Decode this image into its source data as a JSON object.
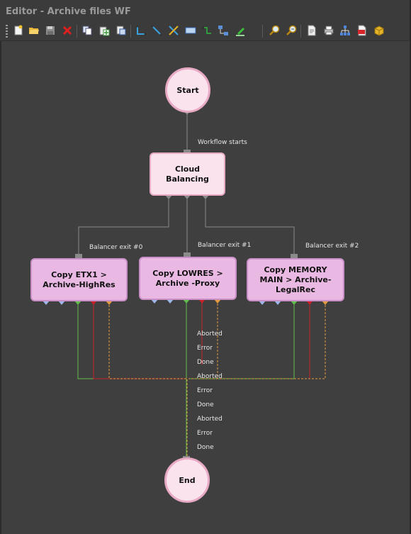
{
  "window": {
    "title": "Editor - Archive files WF"
  },
  "toolbar": {
    "buttons": [
      {
        "name": "new-workflow-button",
        "icon": "new-document-icon"
      },
      {
        "name": "open-button",
        "icon": "folder-open-icon"
      },
      {
        "name": "save-button",
        "icon": "floppy-disk-icon"
      },
      {
        "name": "delete-button",
        "icon": "red-x-icon"
      },
      {
        "name": "copy-button",
        "icon": "copy-icon"
      },
      {
        "name": "paste-button",
        "icon": "paste-icon"
      },
      {
        "name": "duplicate-button",
        "icon": "duplicate-icon"
      },
      {
        "name": "elbow-connector-button",
        "icon": "elbow-connector-icon"
      },
      {
        "name": "straight-connector-button",
        "icon": "straight-line-icon"
      },
      {
        "name": "remove-connector-button",
        "icon": "cross-lines-icon"
      },
      {
        "name": "add-box-button",
        "icon": "rectangle-icon"
      },
      {
        "name": "route-button",
        "icon": "route-icon"
      },
      {
        "name": "align-button",
        "icon": "align-nodes-icon"
      },
      {
        "name": "highlight-button",
        "icon": "marker-icon"
      },
      {
        "name": "zoom-in-button",
        "icon": "zoom-in-icon"
      },
      {
        "name": "zoom-out-button",
        "icon": "zoom-out-icon"
      },
      {
        "name": "properties-button",
        "icon": "document-properties-icon"
      },
      {
        "name": "print-button",
        "icon": "printer-icon"
      },
      {
        "name": "network-button",
        "icon": "network-icon"
      },
      {
        "name": "export-pdf-button",
        "icon": "pdf-icon"
      },
      {
        "name": "package-button",
        "icon": "package-icon"
      }
    ]
  },
  "colors": {
    "background": "#3f3f3f",
    "connector_gray": "#8a8a8a",
    "done_green": "#5fbf4a",
    "error_red": "#c8202a",
    "aborted_orange": "#e39a3c",
    "node_light": "#fbe3ee",
    "node_purple": "#e9b9e3"
  },
  "nodes": {
    "start": "Start",
    "cloud": "Cloud Balancing",
    "task1": "Copy ETX1 > Archive-HighRes",
    "task2": "Copy LOWRES > Archive -Proxy",
    "task3": "Copy MEMORY MAIN > Archive-LegalRec",
    "end": "End"
  },
  "edge_labels": {
    "workflow_starts": "Workflow starts",
    "exit0": "Balancer exit #0",
    "exit1": "Balancer exit #1",
    "exit2": "Balancer exit #2",
    "end_labels": [
      "Aborted",
      "Error",
      "Done",
      "Aborted",
      "Error",
      "Done",
      "Aborted",
      "Error",
      "Done"
    ]
  }
}
